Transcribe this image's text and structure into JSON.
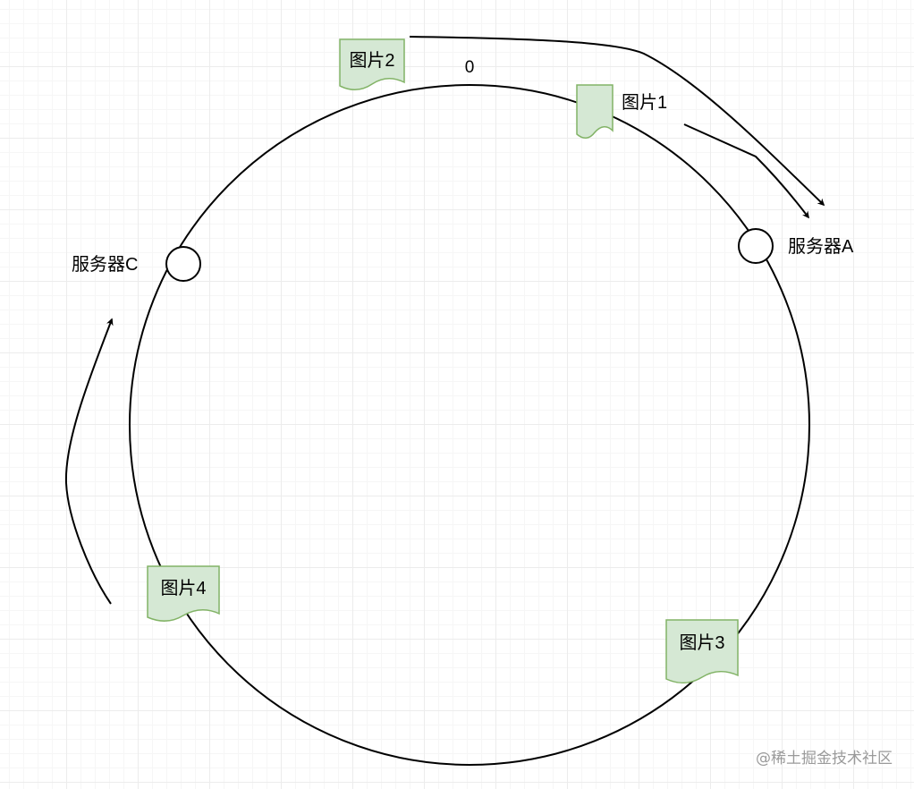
{
  "diagram": {
    "ring_start_label": "0",
    "servers": {
      "a": {
        "label": "服务器A"
      },
      "c": {
        "label": "服务器C"
      }
    },
    "images": {
      "img1": {
        "label": "图片1"
      },
      "img2": {
        "label": "图片2"
      },
      "img3": {
        "label": "图片3"
      },
      "img4": {
        "label": "图片4"
      }
    },
    "watermark": "@稀土掘金技术社区"
  },
  "colors": {
    "image_fill": "#d5e8d4",
    "image_stroke": "#82b366",
    "line": "#000000",
    "grid": "#ececec"
  }
}
